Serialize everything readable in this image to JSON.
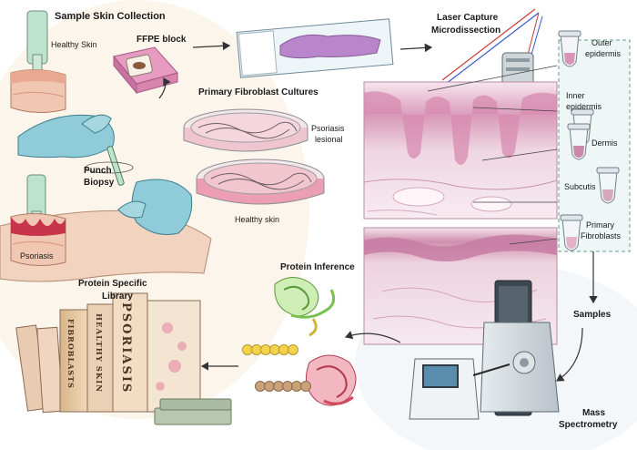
{
  "labels": {
    "sample_skin_collection": "Sample Skin Collection",
    "healthy_skin_top": "Healthy Skin",
    "ffpe_block": "FFPE block",
    "laser_capture_1": "Laser Capture",
    "laser_capture_2": "Microdissection",
    "outer_epidermis_1": "Outer",
    "outer_epidermis_2": "epidermis",
    "inner_epidermis_1": "Inner",
    "inner_epidermis_2": "epidermis",
    "dermis": "Dermis",
    "subcutis": "Subcutis",
    "primary_fibroblasts_1": "Primary",
    "primary_fibroblasts_2": "Fibroblasts",
    "primary_fibroblast_cultures": "Primary Fibroblast Cultures",
    "psoriasis_lesional_1": "Psoriasis",
    "psoriasis_lesional_2": "lesional",
    "healthy_skin_dish": "Healthy skin",
    "punch_biopsy_1": "Punch",
    "punch_biopsy_2": "Biopsy",
    "psoriasis_skin": "Psoriasis",
    "samples": "Samples",
    "protein_inference": "Protein Inference",
    "protein_specific_library_1": "Protein Specific",
    "protein_specific_library_2": "Library",
    "mass_spectrometry_1": "Mass",
    "mass_spectrometry_2": "Spectrometry"
  },
  "books": {
    "fibroblasts": "FIBROBLASTS",
    "healthy_skin": "HEALTHY SKIN",
    "psoriasis": "PSORIASIS"
  },
  "colors": {
    "tissue_pink": "#e8a9c4",
    "tissue_purple": "#9b6cb8",
    "glove_blue": "#8fcbd8",
    "psoriasis_red": "#c8344a",
    "protein_green": "#8fcf6a",
    "bead_yellow": "#f2d34a",
    "bead_tan": "#c9a27a",
    "dish_pink": "#f2c6cf"
  }
}
